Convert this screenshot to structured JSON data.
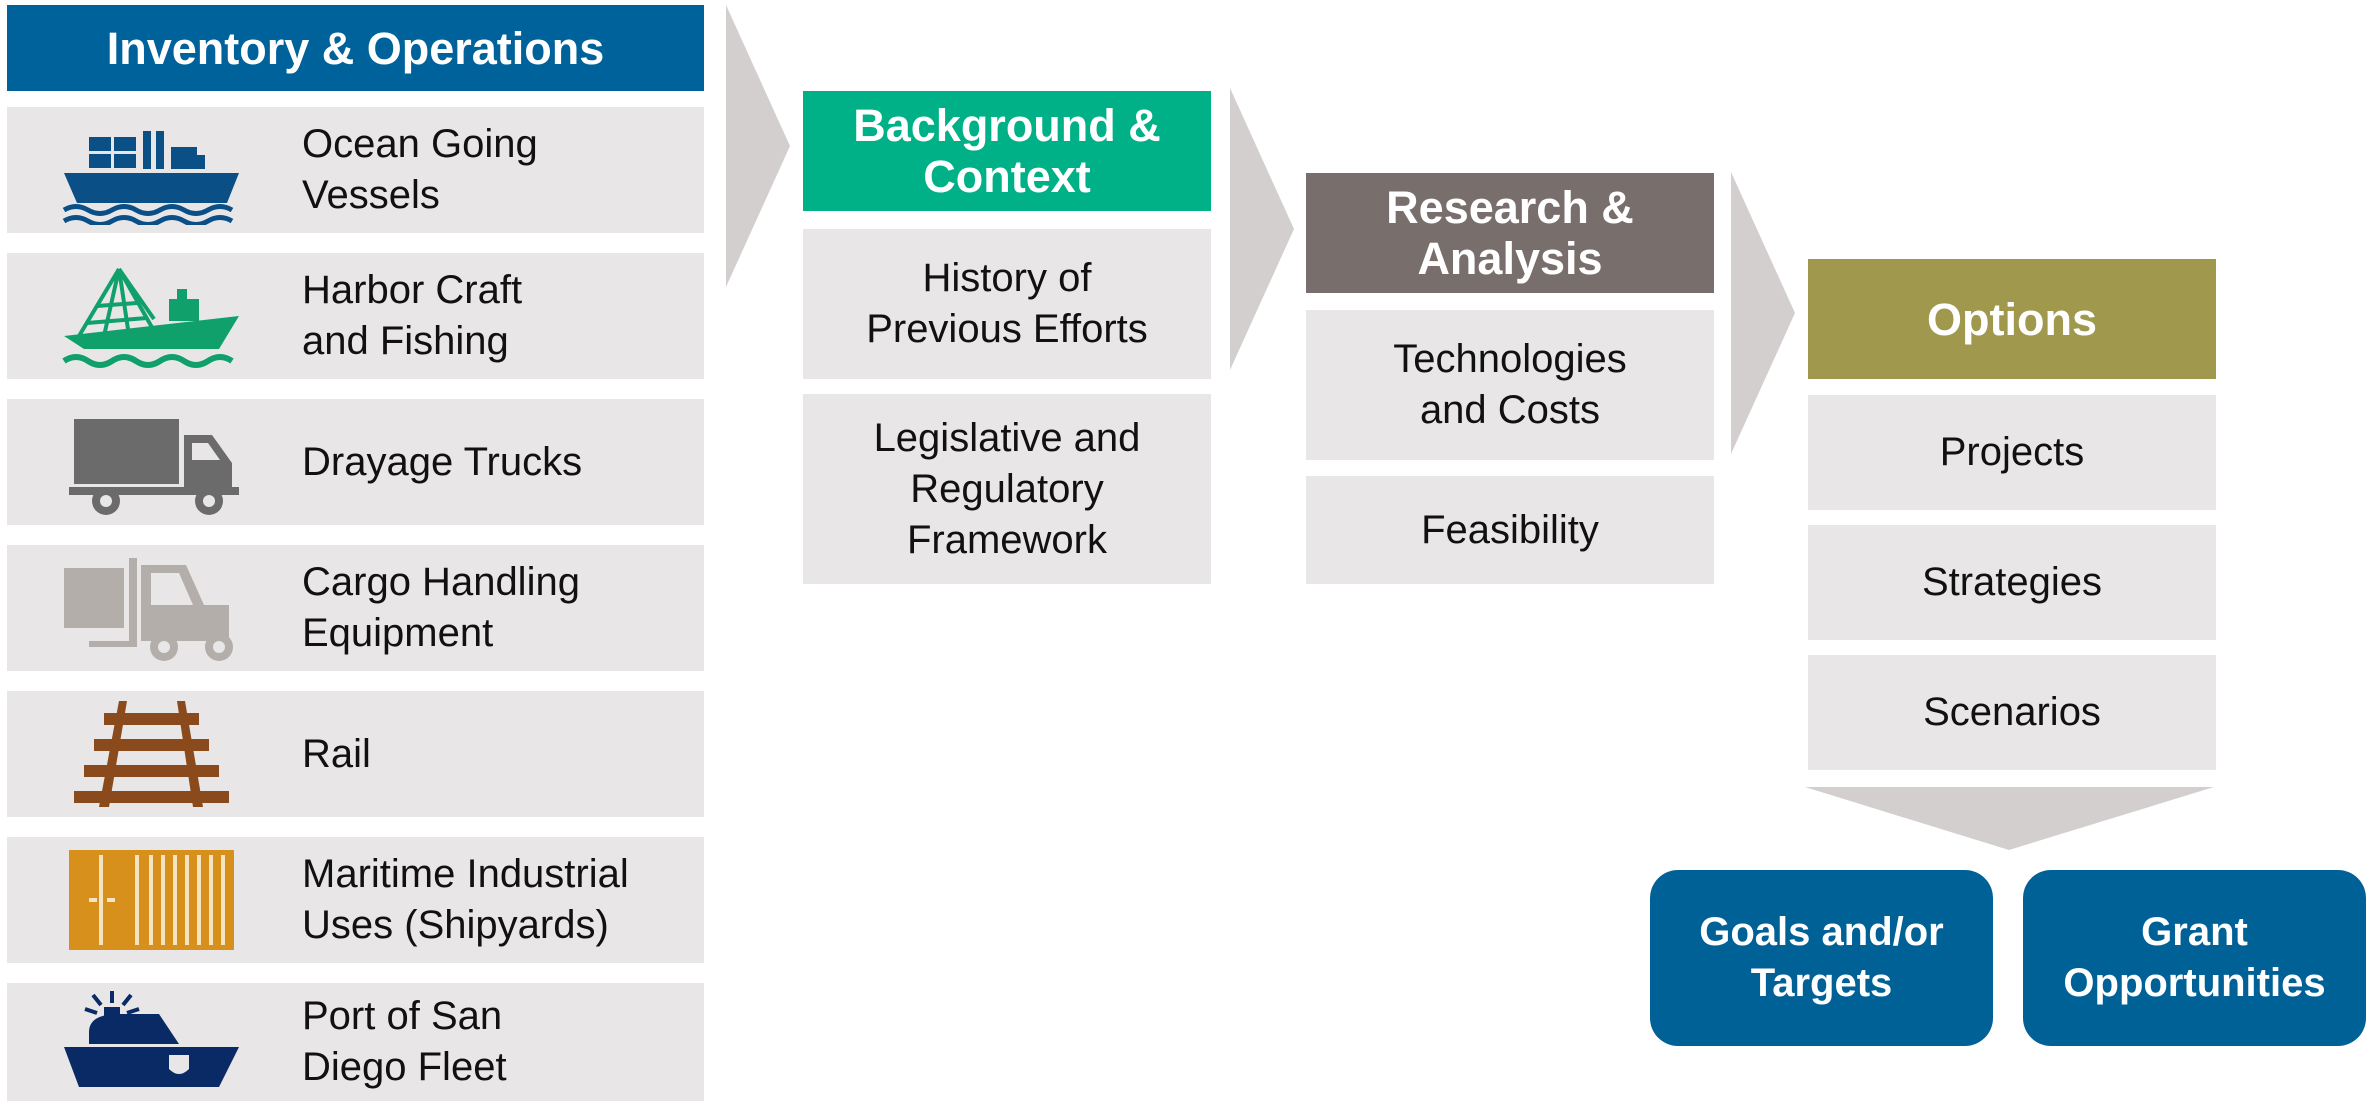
{
  "colors": {
    "inventory_header": "#00629b",
    "background_header": "#00b187",
    "research_header": "#786e6c",
    "options_header": "#a0984c",
    "box_fill": "#e8e6e7",
    "arrow": "#d2cfce",
    "pill": "#006197"
  },
  "inventory": {
    "title": "Inventory & Operations",
    "items": [
      {
        "label": "Ocean Going\nVessels",
        "icon": "cargo-ship-icon",
        "icon_color": "#0a4f86"
      },
      {
        "label": "Harbor Craft\nand Fishing",
        "icon": "fishing-boat-icon",
        "icon_color": "#0fa06c"
      },
      {
        "label": "Drayage Trucks",
        "icon": "truck-icon",
        "icon_color": "#6b6b6b"
      },
      {
        "label": "Cargo Handling\nEquipment",
        "icon": "forklift-icon",
        "icon_color": "#b3aea9"
      },
      {
        "label": "Rail",
        "icon": "rail-track-icon",
        "icon_color": "#8a4a1c"
      },
      {
        "label": "Maritime Industrial\nUses (Shipyards)",
        "icon": "shipping-container-icon",
        "icon_color": "#d8901c"
      },
      {
        "label": "Port of San\nDiego Fleet",
        "icon": "patrol-boat-icon",
        "icon_color": "#0a2a66"
      }
    ]
  },
  "background": {
    "title": "Background &\nContext",
    "items": [
      "History of\nPrevious Efforts",
      "Legislative and\nRegulatory\nFramework"
    ]
  },
  "research": {
    "title": "Research &\nAnalysis",
    "items": [
      "Technologies\nand Costs",
      "Feasibility"
    ]
  },
  "options": {
    "title": "Options",
    "items": [
      "Projects",
      "Strategies",
      "Scenarios"
    ]
  },
  "outcomes": [
    "Goals and/or\nTargets",
    "Grant\nOpportunities"
  ]
}
